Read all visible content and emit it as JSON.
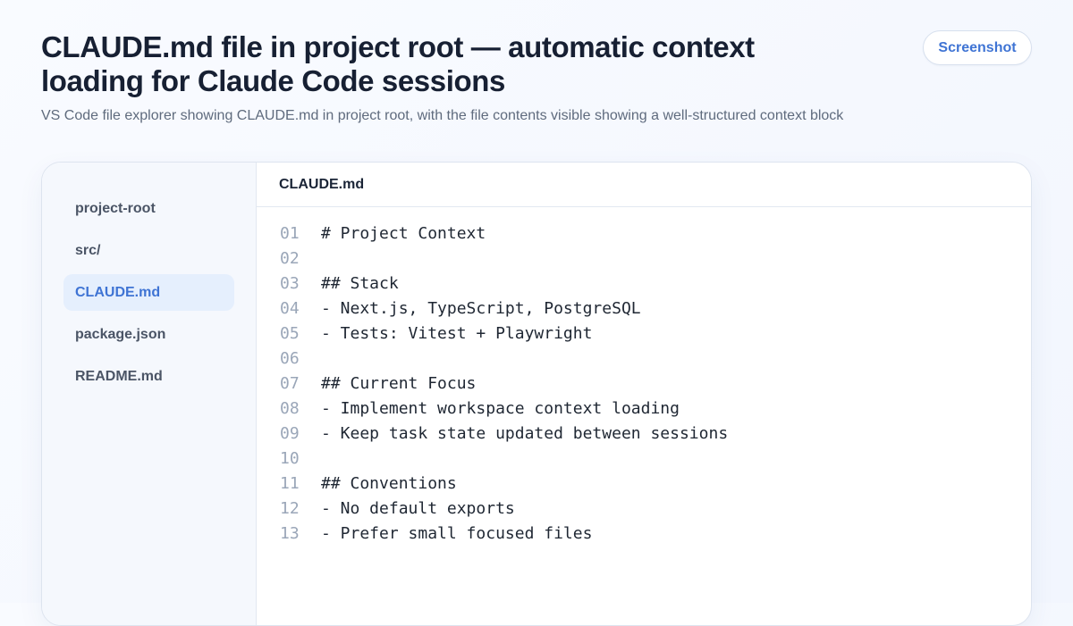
{
  "header": {
    "title": "CLAUDE.md file in project root — automatic context loading for Claude Code sessions",
    "subtitle": "VS Code file explorer showing CLAUDE.md in project root, with the file contents visible showing a well-structured context block",
    "badge": "Screenshot"
  },
  "explorer": {
    "items": [
      {
        "label": "project-root"
      },
      {
        "label": "src/"
      },
      {
        "label": "CLAUDE.md"
      },
      {
        "label": "package.json"
      },
      {
        "label": "README.md"
      }
    ],
    "active_index": 2
  },
  "editor": {
    "tab_label": "CLAUDE.md",
    "lines": [
      {
        "num": "01",
        "text": "# Project Context"
      },
      {
        "num": "02",
        "text": ""
      },
      {
        "num": "03",
        "text": "## Stack"
      },
      {
        "num": "04",
        "text": "- Next.js, TypeScript, PostgreSQL"
      },
      {
        "num": "05",
        "text": "- Tests: Vitest + Playwright"
      },
      {
        "num": "06",
        "text": ""
      },
      {
        "num": "07",
        "text": "## Current Focus"
      },
      {
        "num": "08",
        "text": "- Implement workspace context loading"
      },
      {
        "num": "09",
        "text": "- Keep task state updated between sessions"
      },
      {
        "num": "10",
        "text": ""
      },
      {
        "num": "11",
        "text": "## Conventions"
      },
      {
        "num": "12",
        "text": "- No default exports"
      },
      {
        "num": "13",
        "text": "- Prefer small focused files"
      }
    ]
  }
}
